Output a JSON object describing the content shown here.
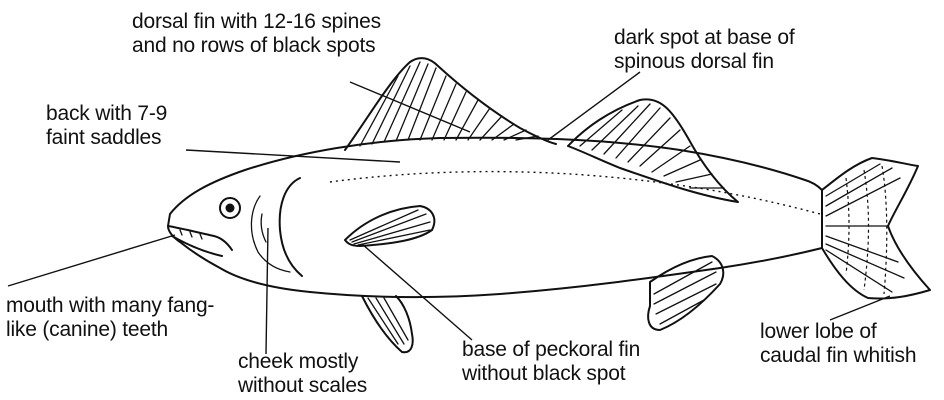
{
  "labels": {
    "dorsal_fin": "dorsal fin with 12-16 spines\nand no rows of black spots",
    "dark_spot": "dark spot at base of\nspinous dorsal fin",
    "back": "back with 7-9\nfaint saddles",
    "mouth": "mouth with many fang-\nlike (canine) teeth",
    "cheek": "cheek mostly\nwithout scales",
    "pectoral": "base of peckoral fin\nwithout black spot",
    "caudal": "lower lobe of\ncaudal fin whitish"
  },
  "colors": {
    "ink": "#111111",
    "background": "#ffffff"
  }
}
